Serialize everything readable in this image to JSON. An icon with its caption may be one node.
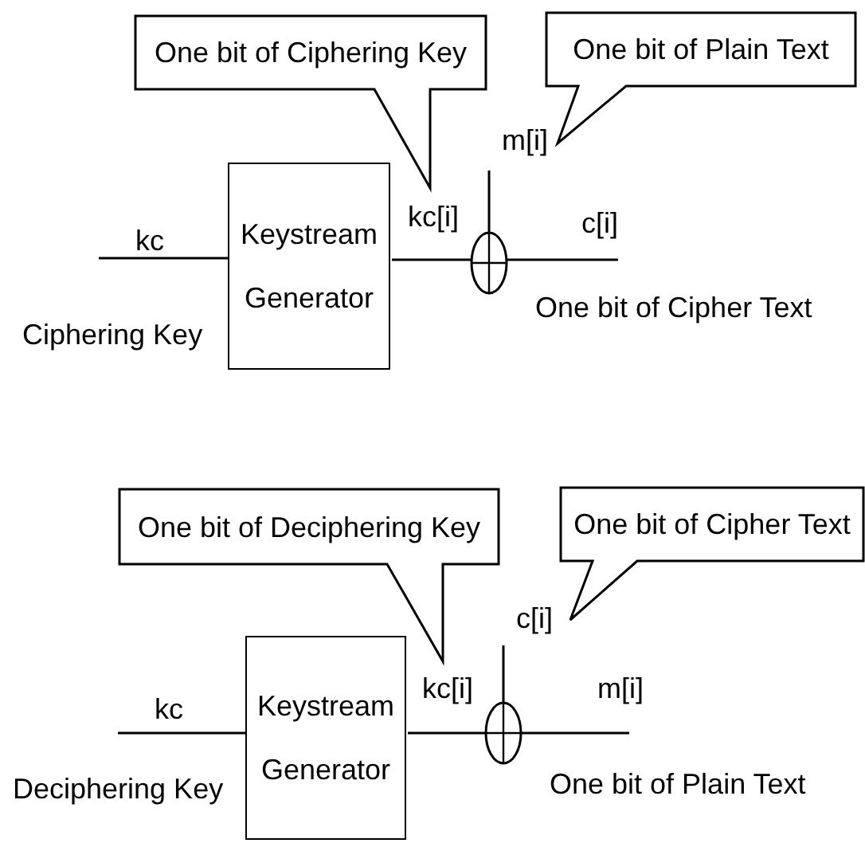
{
  "diagram": {
    "nodes": [
      {
        "text": [
          "One bit of Ciphering Key"
        ]
      },
      {
        "text": [
          "One bit of Plain Text"
        ]
      },
      {
        "text": [
          "Keystream Generator"
        ]
      },
      {
        "text": [],
        "shape": "circle"
      },
      {
        "text": [
          "One bit of Deciphering Key"
        ]
      },
      {
        "text": [
          "One bit of Cipher Text"
        ]
      },
      {
        "text": [
          "Keystream Generator"
        ]
      },
      {
        "text": [],
        "shape": "circle"
      }
    ],
    "edges": [
      {
        "from": null,
        "to": 2,
        "arrow": "none"
      },
      {
        "from": 2,
        "to": 3,
        "arrow": "none"
      },
      {
        "from": null,
        "to": 3,
        "arrow": "none"
      },
      {
        "from": 3,
        "to": null,
        "arrow": "none"
      },
      {
        "from": null,
        "to": 6,
        "arrow": "none"
      },
      {
        "from": 6,
        "to": 7,
        "arrow": "none"
      },
      {
        "from": null,
        "to": 7,
        "arrow": "none"
      },
      {
        "from": 7,
        "to": null,
        "arrow": "none"
      }
    ],
    "labels": [
      "m[i]",
      "kc[i]",
      "c[i]",
      "kc",
      "One bit of Cipher Text",
      "Ciphering Key",
      "c[i]",
      "kc[i]",
      "m[i]",
      "kc",
      "One bit of Plain Text",
      "Deciphering Key"
    ]
  }
}
